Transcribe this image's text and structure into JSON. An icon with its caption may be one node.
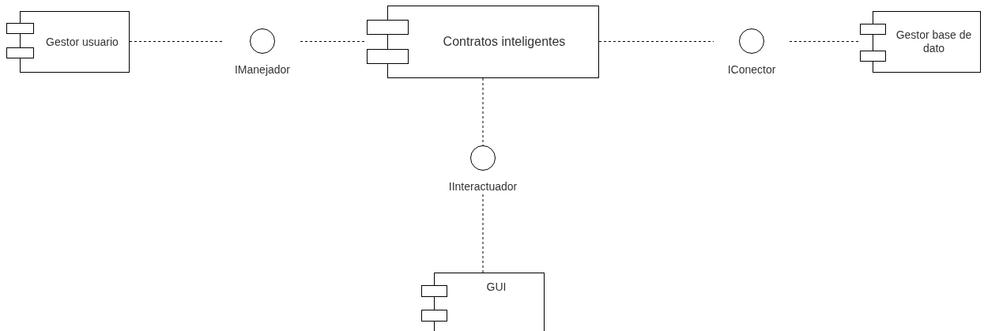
{
  "diagram": {
    "nodes": [
      {
        "text": [
          "Gestor usuario"
        ]
      },
      {
        "text": [
          "IManejador"
        ]
      },
      {
        "text": [
          "Contratos inteligentes"
        ]
      },
      {
        "text": [
          "IConector"
        ]
      },
      {
        "text": [
          "Gestor base de dato"
        ]
      },
      {
        "text": [
          "IInteractuador"
        ]
      },
      {
        "text": [
          "GUI"
        ]
      }
    ],
    "edges": [
      {
        "from": 0,
        "to": 1,
        "arrow": "none",
        "style": "dashed"
      },
      {
        "from": 1,
        "to": 2,
        "arrow": "none",
        "style": "dashed"
      },
      {
        "from": 2,
        "to": 3,
        "arrow": "none",
        "style": "dashed"
      },
      {
        "from": 3,
        "to": 4,
        "arrow": "none",
        "style": "dashed"
      },
      {
        "from": 2,
        "to": 5,
        "arrow": "none",
        "style": "dashed"
      },
      {
        "from": 5,
        "to": 6,
        "arrow": "none",
        "style": "dashed"
      }
    ]
  }
}
